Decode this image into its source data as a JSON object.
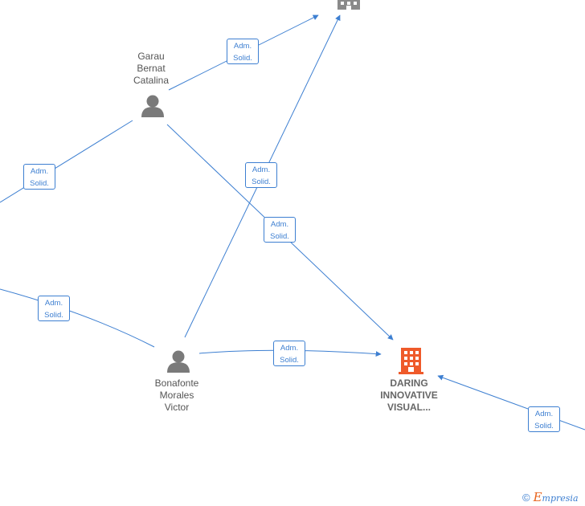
{
  "colors": {
    "edge": "#3d7fd1",
    "person_icon": "#7a7a7a",
    "company_focus": "#ef5a2a",
    "company_other": "#8a8a8a",
    "label_text": "#555555"
  },
  "nodes": {
    "garau": {
      "label": "Garau\nBernat\nCatalina",
      "icon": "person-icon"
    },
    "bonafonte": {
      "label": "Bonafonte\nMorales\nVictor",
      "icon": "person-icon"
    },
    "daring": {
      "label": "DARING\nINNOVATIVE\nVISUAL...",
      "icon": "building-icon"
    },
    "top_company": {
      "label": "",
      "icon": "building-icon"
    }
  },
  "edges": [
    {
      "label": "Adm.\nSolid."
    },
    {
      "label": "Adm.\nSolid."
    },
    {
      "label": "Adm.\nSolid."
    },
    {
      "label": "Adm.\nSolid."
    },
    {
      "label": "Adm.\nSolid."
    },
    {
      "label": "Adm.\nSolid."
    },
    {
      "label": "Adm.\nSolid."
    }
  ],
  "watermark": {
    "copyright": "©",
    "brand_initial": "E",
    "brand_rest": "mpresia"
  }
}
